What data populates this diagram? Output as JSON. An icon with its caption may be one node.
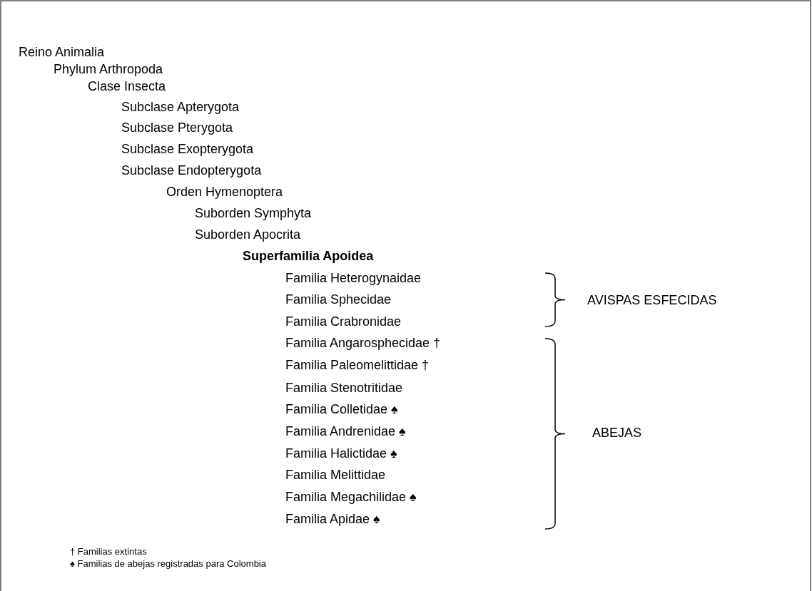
{
  "diagram": {
    "labels": [
      "Reino Animalia",
      "Phylum Arthropoda",
      "Clase Insecta",
      "Subclase Apterygota",
      "Subclase Pterygota",
      "Subclase Exopterygota",
      "Subclase Endopterygota",
      "Orden Hymenoptera",
      "Suborden Symphyta",
      "Suborden Apocrita",
      "Superfamilia Apoidea",
      "Familia Heterogynaidae",
      "Familia Sphecidae",
      "Familia Crabronidae",
      "Familia Angarosphecidae †",
      "Familia Paleomelittidae †",
      "Familia Stenotritidae",
      "Familia Colletidae ♠",
      "Familia Andrenidae ♠",
      "Familia Halictidae ♠",
      "Familia Melittidae",
      "Familia Megachilidae ♠",
      "Familia Apidae ♠",
      "AVISPAS ESFECIDAS",
      "ABEJAS",
      "† Familias extintas",
      "♠ Familias de abejas registradas para Colombia"
    ]
  }
}
